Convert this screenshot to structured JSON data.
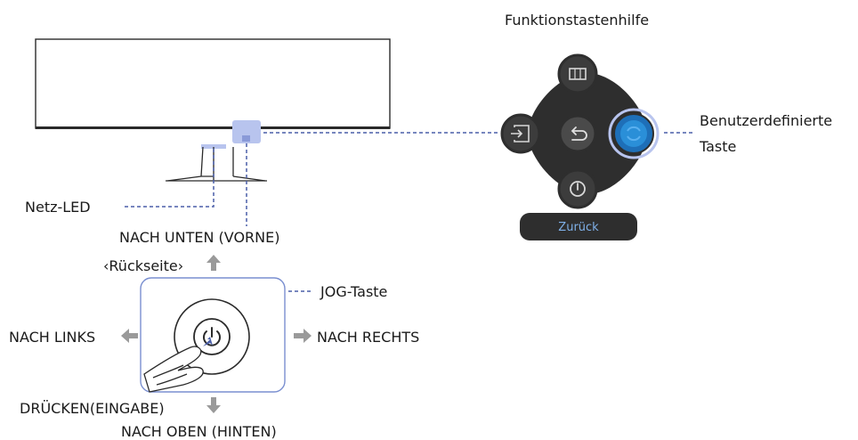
{
  "labels": {
    "function_key_guide": "Funktionstastenhilfe",
    "custom_key_line1": "Benutzerdefinierte",
    "custom_key_line2": "Taste",
    "power_led": "Netz-LED",
    "down_front": "NACH UNTEN (VORNE)",
    "rear_side": "‹Rückseite›",
    "jog_key": "JOG-Taste",
    "left": "NACH LINKS",
    "right": "NACH RECHTS",
    "press_enter": "DRÜCKEN(EINGABE)",
    "up_rear": "NACH OBEN (HINTEN)",
    "back_button": "Zurück"
  },
  "colors": {
    "dash_line": "#4a5fa8",
    "guide_dark": "#2e2e2e",
    "guide_circle": "#3c3c3c",
    "custom_accent": "#2a8fd8",
    "back_text": "#7fb0e8",
    "arrow_gray": "#9a9a9a",
    "highlight_box": "#b8c4ee"
  },
  "icons": {
    "top": "screen-ratio-icon",
    "left": "input-source-icon",
    "center": "return-icon",
    "right": "custom-key-icon",
    "bottom": "power-icon",
    "jog": "power-button-icon"
  }
}
